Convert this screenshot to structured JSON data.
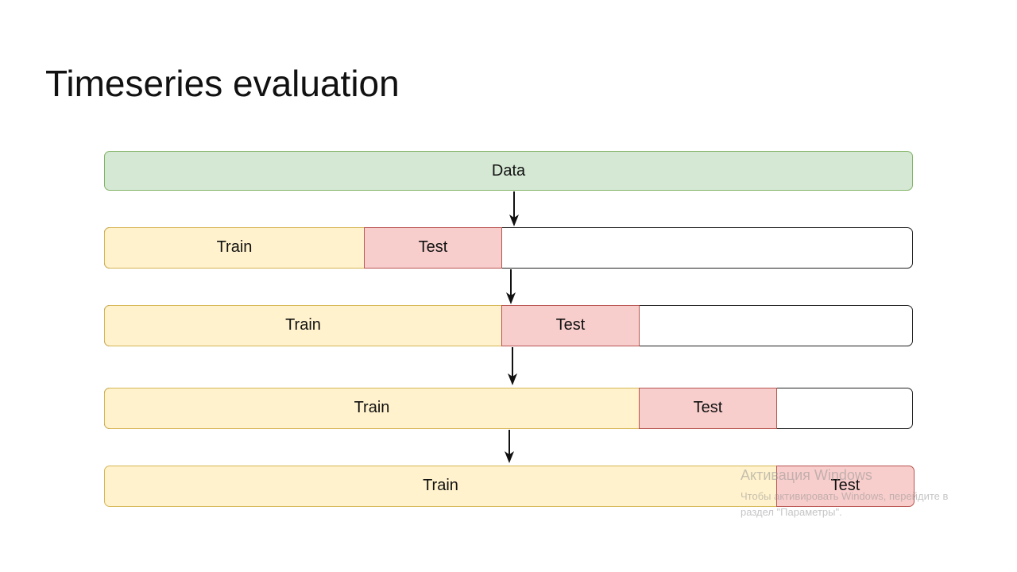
{
  "slide": {
    "title": "Timeseries evaluation"
  },
  "diagram": {
    "data_label": "Data",
    "rows": [
      {
        "train_label": "Train",
        "test_label": "Test"
      },
      {
        "train_label": "Train",
        "test_label": "Test"
      },
      {
        "train_label": "Train",
        "test_label": "Test"
      },
      {
        "train_label": "Train",
        "test_label": "Test"
      }
    ],
    "colors": {
      "data_fill": "#d5e8d4",
      "data_border": "#82b366",
      "train_fill": "#fff2cc",
      "train_border": "#d6b656",
      "test_fill": "#f8cecc",
      "test_border": "#b85450"
    }
  },
  "watermark": {
    "title": "Активация Windows",
    "body": "Чтобы активировать Windows, перейдите в раздел \"Параметры\"."
  }
}
